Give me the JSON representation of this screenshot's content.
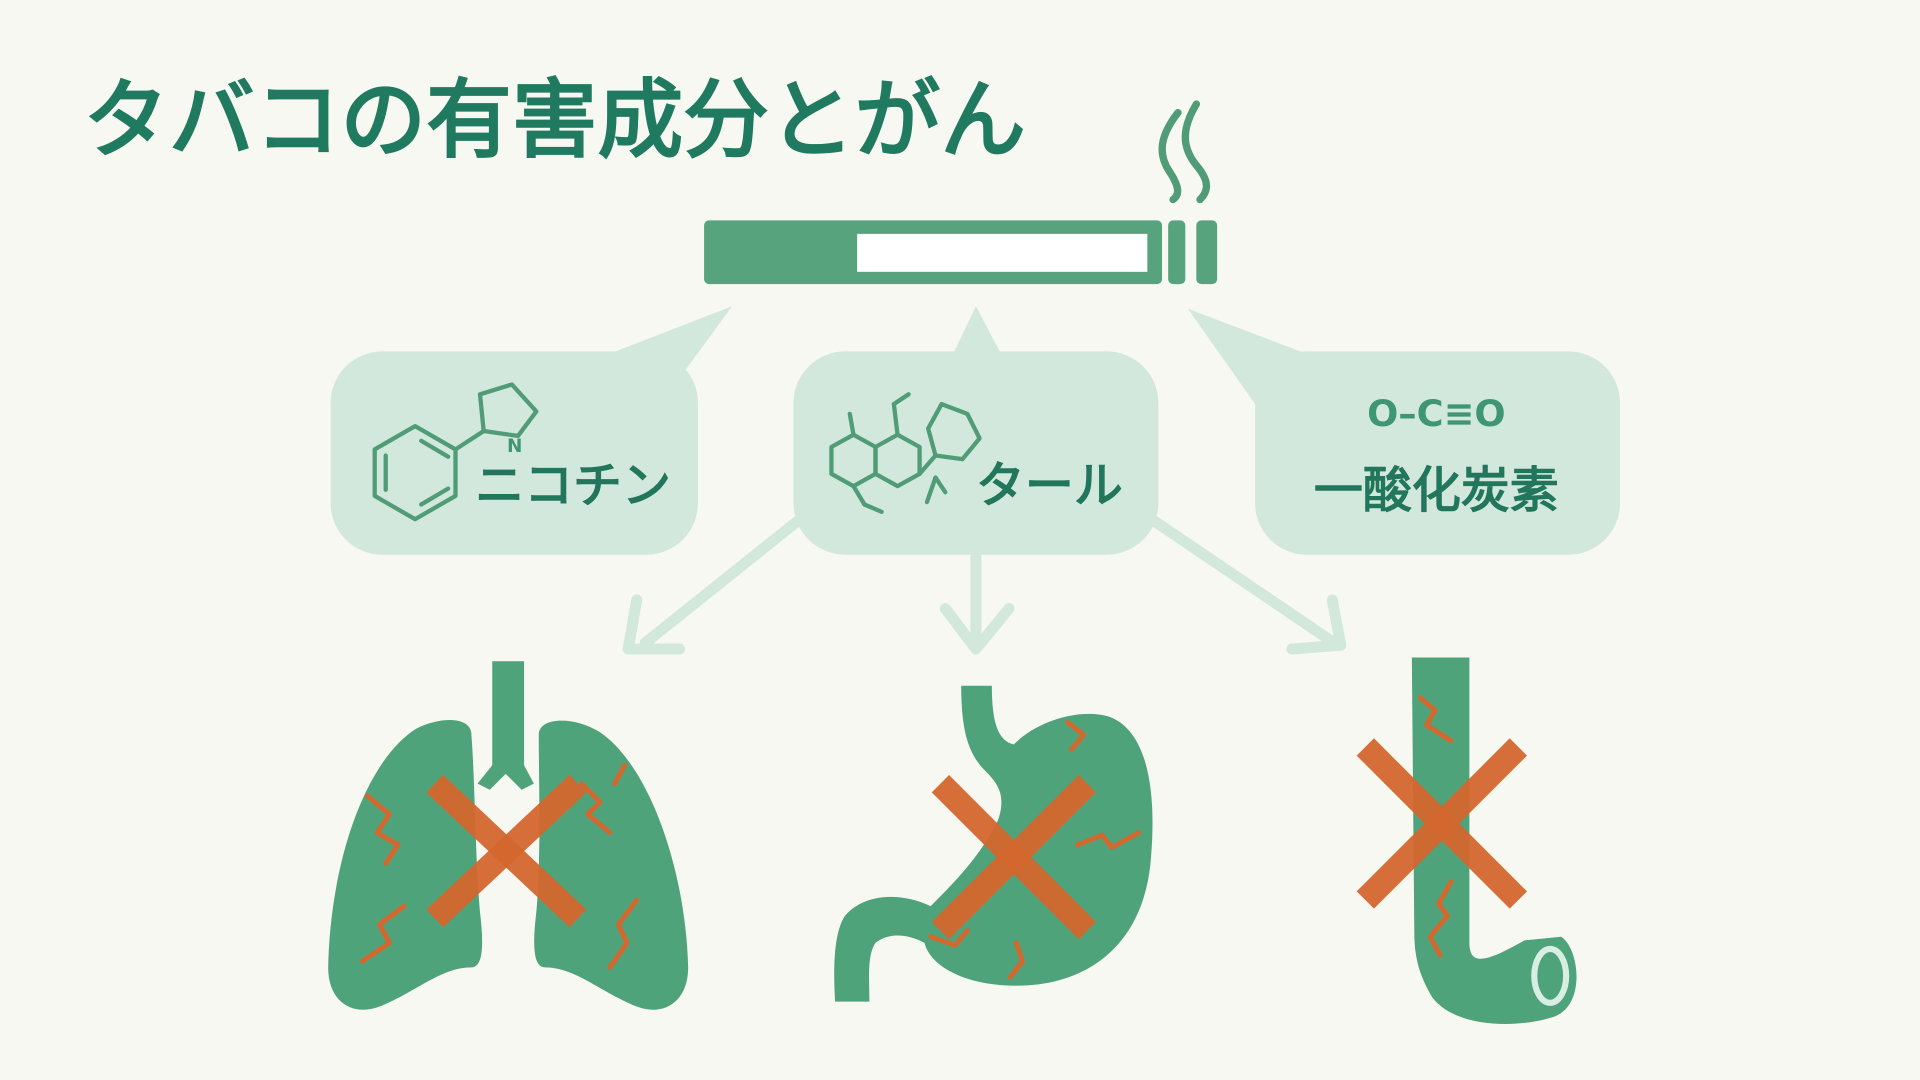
{
  "title": "タバコの有害成分とがん",
  "components": [
    {
      "label": "ニコチン",
      "icon": "nicotine-molecule-icon"
    },
    {
      "label": "タール",
      "icon": "tar-molecule-icon"
    },
    {
      "label": "一酸化炭素",
      "formula": "O–C≡O",
      "icon": "carbon-monoxide-formula"
    }
  ],
  "organs": [
    {
      "name": "lungs",
      "icon": "lungs-icon",
      "status": "cancer-cross"
    },
    {
      "name": "stomach",
      "icon": "stomach-icon",
      "status": "cancer-cross"
    },
    {
      "name": "esophagus",
      "icon": "esophagus-icon",
      "status": "cancer-cross"
    }
  ],
  "colors": {
    "primary": "#1f7a5f",
    "organ": "#4fa37a",
    "bubble": "#d3e8dc",
    "danger": "#d4672e"
  }
}
